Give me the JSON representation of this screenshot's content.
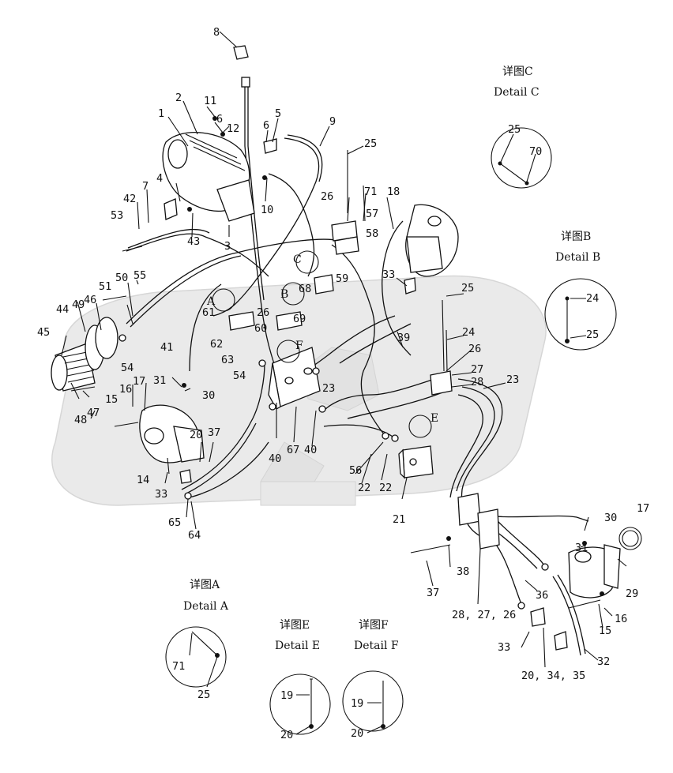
{
  "diagram": {
    "details": {
      "A": {
        "cn": "详图A",
        "en": "Detail A"
      },
      "B": {
        "cn": "详图B",
        "en": "Detail B"
      },
      "C": {
        "cn": "详图C",
        "en": "Detail C"
      },
      "E": {
        "cn": "详图E",
        "en": "Detail E"
      },
      "F": {
        "cn": "详图F",
        "en": "Detail F"
      }
    },
    "markers": [
      "A",
      "B",
      "C",
      "E",
      "F"
    ],
    "labels": {
      "l1": "1",
      "l2": "2",
      "l3": "3",
      "l4": "4",
      "l5": "5",
      "l6a": "6",
      "l6b": "6",
      "l7": "7",
      "l8": "8",
      "l9": "9",
      "l10": "10",
      "l11": "11",
      "l12": "12",
      "l14": "14",
      "l15a": "15",
      "l15b": "15",
      "l16a": "16",
      "l16b": "16",
      "l17a": "17",
      "l17b": "17",
      "l18": "18",
      "l20": "20",
      "l21": "21",
      "l22a": "22",
      "l22b": "22",
      "l23a": "23",
      "l23b": "23",
      "l24": "24",
      "l25a": "25",
      "l25b": "25",
      "l26a": "26",
      "l26b": "26",
      "l26c": "26",
      "l27": "27",
      "l28": "28",
      "l29": "29",
      "l30a": "30",
      "l30b": "30",
      "l31a": "31",
      "l31b": "31",
      "l32": "32",
      "l33a": "33",
      "l33b": "33",
      "l33c": "33",
      "l36": "36",
      "l37a": "37",
      "l37b": "37",
      "l38": "38",
      "l39": "39",
      "l40a": "40",
      "l40b": "40",
      "l41": "41",
      "l42": "42",
      "l43": "43",
      "l44": "44",
      "l45": "45",
      "l46": "46",
      "l47": "47",
      "l48": "48",
      "l49": "49",
      "l50": "50",
      "l51": "51",
      "l53": "53",
      "l54a": "54",
      "l54b": "54",
      "l55": "55",
      "l56": "56",
      "l57": "57",
      "l58": "58",
      "l59": "59",
      "l60": "60",
      "l61": "61",
      "l62": "62",
      "l63": "63",
      "l64": "64",
      "l65": "65",
      "l67": "67",
      "l68": "68",
      "l69": "69",
      "l71": "71",
      "l282726": "28, 27, 26",
      "l203435": "20, 34, 35",
      "dC25": "25",
      "dC70": "70",
      "dB24": "24",
      "dB25": "25",
      "dA71": "71",
      "dA25": "25",
      "dE19": "19",
      "dE20": "20",
      "dF19": "19",
      "dF20": "20"
    }
  }
}
